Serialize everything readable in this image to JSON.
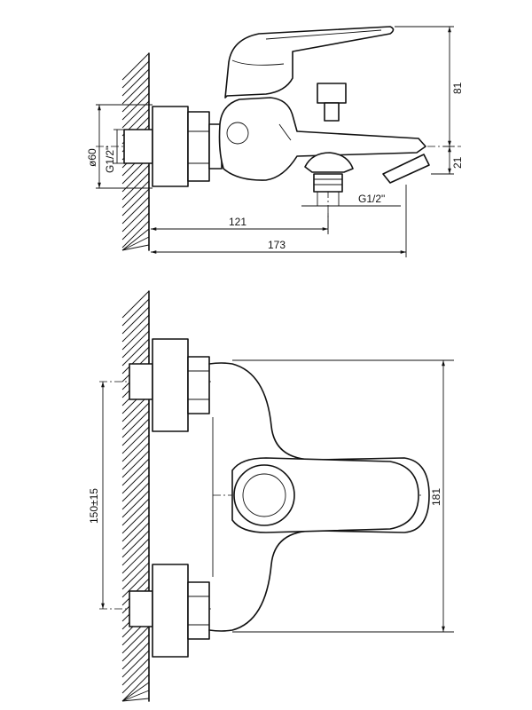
{
  "dimensions": {
    "height_81": "81",
    "height_21": "21",
    "diameter_60": "ø60",
    "thread_in": "G1/2\"",
    "thread_out": "G1/2\"",
    "length_121": "121",
    "length_173": "173",
    "width_181": "181",
    "center_150": "150±15"
  },
  "colors": {
    "line": "#111111",
    "background": "#ffffff"
  }
}
